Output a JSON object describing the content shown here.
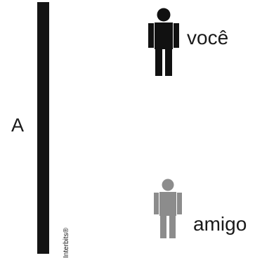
{
  "mirror": {
    "label": "A"
  },
  "watermark": "Interbits®",
  "figures": {
    "voce": {
      "label": "você",
      "color": "#111111"
    },
    "amigo": {
      "label": "amigo",
      "color": "#8c8c8c"
    }
  }
}
